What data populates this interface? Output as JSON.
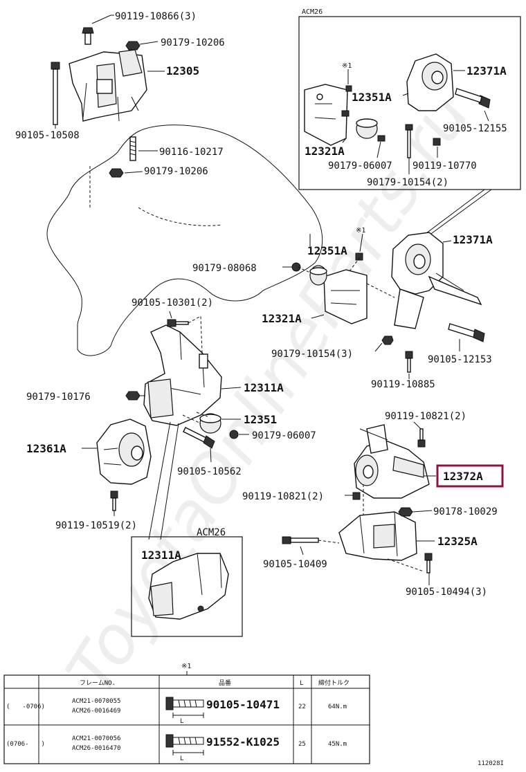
{
  "labels": {
    "p90119_10866": "90119-10866(3)",
    "p90179_10206a": "90179-10206",
    "p12305": "12305",
    "p90105_10508": "90105-10508",
    "p90116_10217": "90116-10217",
    "p90179_10206b": "90179-10206",
    "inset_top_title": "ACM26",
    "star1a": "※1",
    "p12351A_a": "12351A",
    "p12371A_a": "12371A",
    "p90105_12155": "90105-12155",
    "p12321A_a": "12321A",
    "p90179_06007a": "90179-06007",
    "p90119_10770": "90119-10770",
    "p90179_10154a": "90179-10154(2)",
    "star1b": "※1",
    "p12371A_b": "12371A",
    "p12351A_b": "12351A",
    "p90179_08068": "90179-08068",
    "p90105_10301": "90105-10301(2)",
    "p12321A_b": "12321A",
    "p90179_10154b": "90179-10154(3)",
    "p90105_12153": "90105-12153",
    "p90119_10885": "90119-10885",
    "p90179_10176": "90179-10176",
    "p12311A_a": "12311A",
    "p12351": "12351",
    "p90179_06007b": "90179-06007",
    "p12361A": "12361A",
    "p90105_10562": "90105-10562",
    "p90119_10821a": "90119-10821(2)",
    "p12372A": "12372A",
    "p90119_10821b": "90119-10821(2)",
    "p90178_10029": "90178-10029",
    "p90119_10519": "90119-10519(2)",
    "inset_bottom_title": "ACM26",
    "p12325A": "12325A",
    "p90105_10409": "90105-10409",
    "p12311A_b": "12311A",
    "p90105_10494": "90105-10494(3)",
    "star1c": "※1",
    "diagram_id": "112028I"
  },
  "table": {
    "headers": {
      "frame_no": "フレームNO.",
      "part_no": "品番",
      "length": "L",
      "torque": "締付トルク"
    },
    "rows": [
      {
        "period": "(　　-0706)",
        "frame_nos": [
          "ACM21-0070055",
          "ACM26-0016469"
        ],
        "part_no": "90105-10471",
        "length": "22",
        "torque": "64N.m",
        "dim": "L"
      },
      {
        "period": "(0706-　　)",
        "frame_nos": [
          "ACM21-0070056",
          "ACM26-0016470"
        ],
        "part_no": "91552-K1025",
        "length": "25",
        "torque": "45N.m",
        "dim": "L"
      }
    ]
  },
  "highlight_label": "12372A",
  "watermark": "ToyotaOnlineParts.ru",
  "colors": {
    "highlight": "#8a1538",
    "ink": "#111111",
    "watermark": "#cfcfcf"
  }
}
